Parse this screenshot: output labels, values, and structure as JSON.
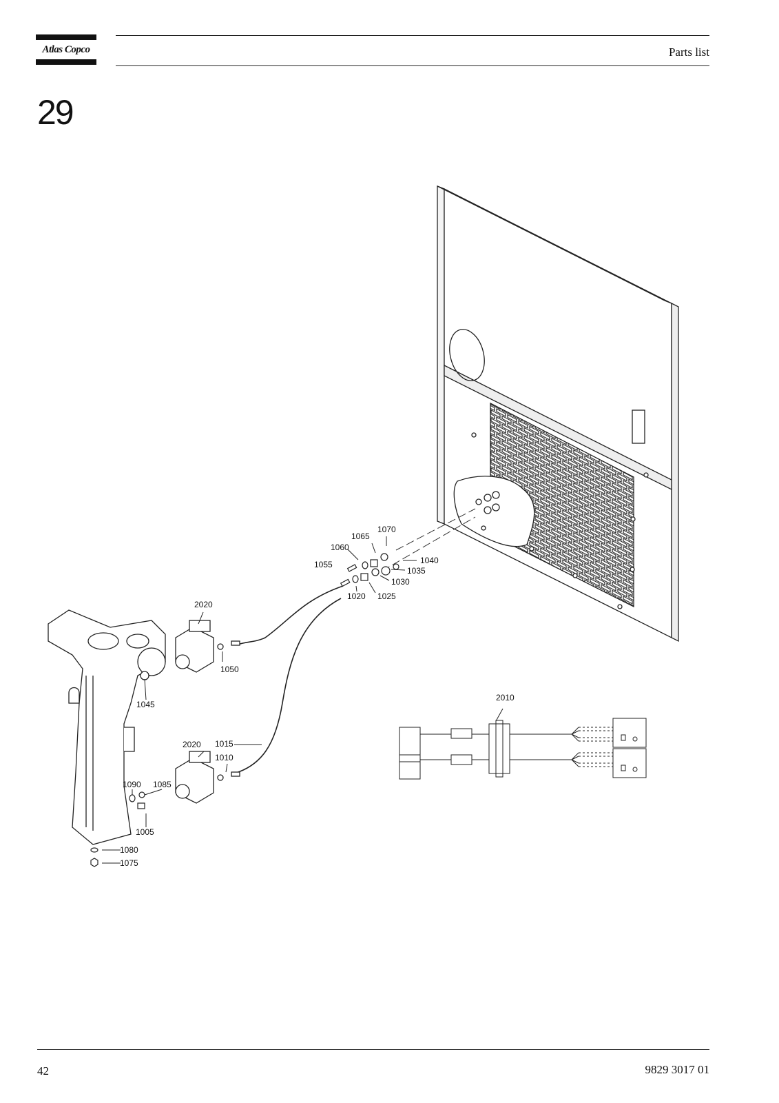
{
  "header": {
    "brand": "Atlas Copco",
    "title": "Parts list"
  },
  "section_number": "29",
  "callouts": {
    "c1070": "1070",
    "c1065": "1065",
    "c1060": "1060",
    "c1040": "1040",
    "c1055": "1055",
    "c1035": "1035",
    "c1030": "1030",
    "c1020": "1020",
    "c1025": "1025",
    "c2020a": "2020",
    "c1050": "1050",
    "c1045": "1045",
    "c2010": "2010",
    "c2020b": "2020",
    "c1015": "1015",
    "c1010": "1010",
    "c1090": "1090",
    "c1085": "1085",
    "c1005": "1005",
    "c1080": "1080",
    "c1075": "1075"
  },
  "footer": {
    "page_number": "42",
    "doc_number": "9829 3017 01"
  }
}
